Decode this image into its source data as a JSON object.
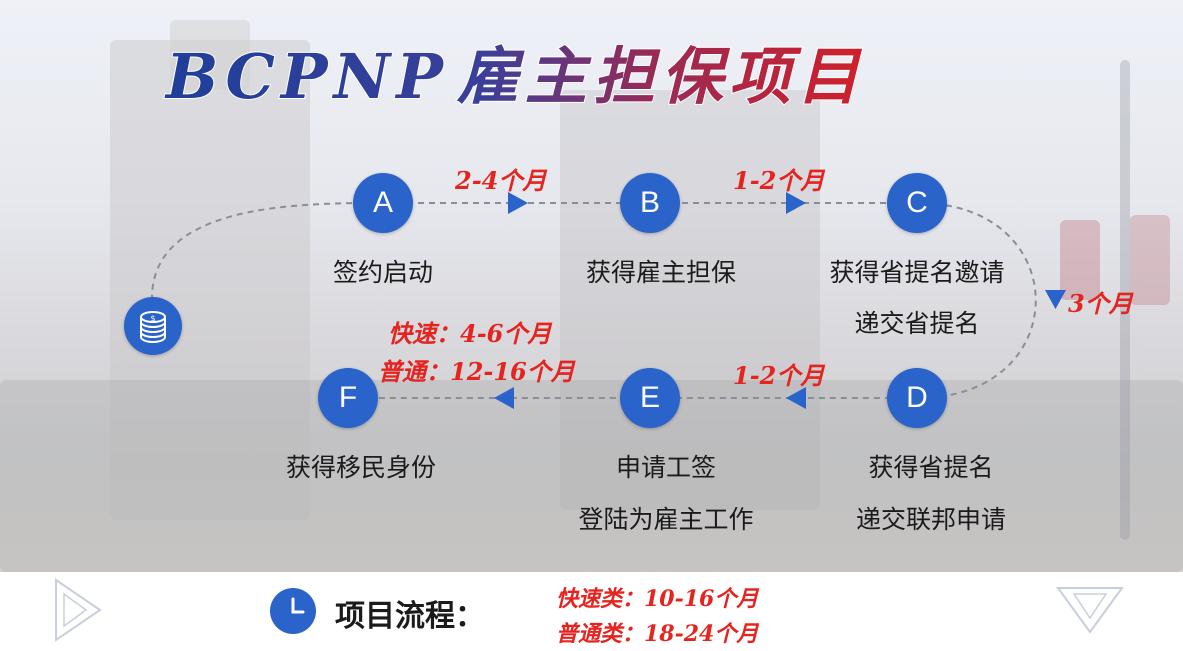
{
  "title": {
    "latin": "BCPNP",
    "chinese": "雇主担保项目"
  },
  "steps": [
    {
      "letter": "A",
      "lines": [
        "签约启动"
      ]
    },
    {
      "letter": "B",
      "lines": [
        "获得雇主担保"
      ]
    },
    {
      "letter": "C",
      "lines": [
        "获得省提名邀请",
        "递交省提名"
      ]
    },
    {
      "letter": "D",
      "lines": [
        "获得省提名",
        "递交联邦申请"
      ]
    },
    {
      "letter": "E",
      "lines": [
        "申请工签",
        "登陆为雇主工作"
      ]
    },
    {
      "letter": "F",
      "lines": [
        "获得移民身份"
      ]
    }
  ],
  "durations": {
    "a_to_b": "2-4个月",
    "b_to_c": "1-2个月",
    "c_to_d": "3个月",
    "d_to_e": "1-2个月",
    "e_to_f_fast": "快速：4-6个月",
    "e_to_f_normal": "普通：12-16个月"
  },
  "footer": {
    "title": "项目流程：",
    "fast": "快速类：10-16个月",
    "normal": "普通类：18-24个月"
  },
  "icons": [
    "coin-stack-icon",
    "clock-icon",
    "play-triangle-icon",
    "down-triangle-icon"
  ],
  "colors": {
    "node": "#2a63c9",
    "duration": "#e52420",
    "title_blue": "#1f3f9a",
    "title_red": "#c8232c"
  }
}
